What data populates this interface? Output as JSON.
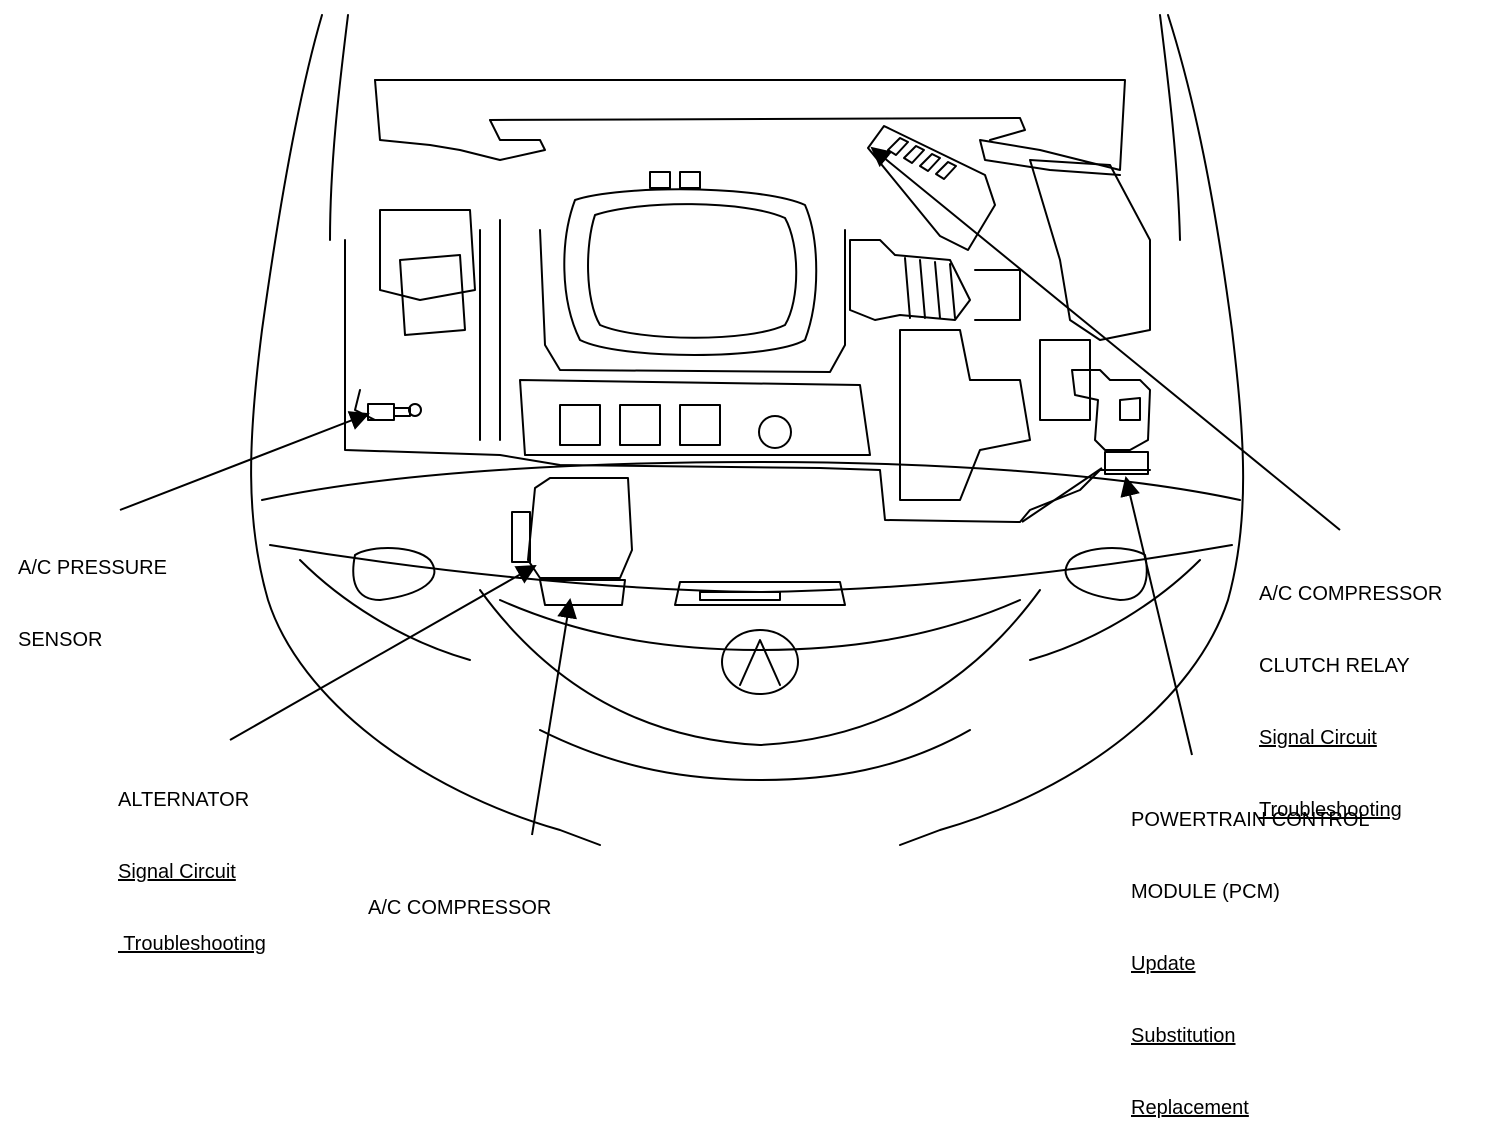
{
  "labels": {
    "pressure_sensor": {
      "line1": "A/C PRESSURE",
      "line2": "SENSOR"
    },
    "alternator": {
      "name": "ALTERNATOR",
      "link1": "Signal Circuit",
      "link2": " Troubleshooting"
    },
    "compressor": {
      "name": "A/C COMPRESSOR"
    },
    "relay": {
      "line1": "A/C COMPRESSOR",
      "line2": "CLUTCH RELAY",
      "link1": "Signal Circuit",
      "link2": "Troubleshooting"
    },
    "pcm": {
      "line1": "POWERTRAIN CONTROL",
      "line2": "MODULE (PCM)",
      "link1": "Update",
      "link2": "Substitution",
      "link3": "Replacement"
    }
  }
}
